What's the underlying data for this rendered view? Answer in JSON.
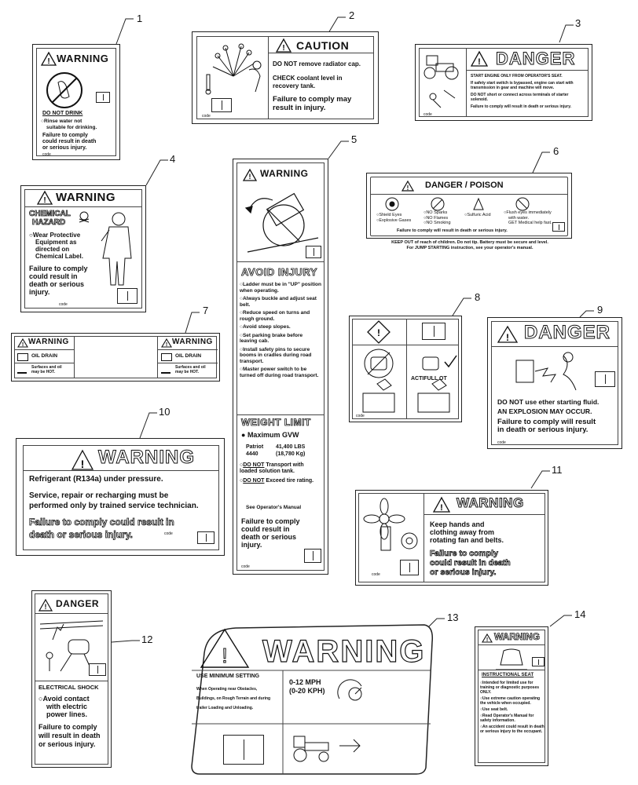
{
  "callouts": [
    "1",
    "2",
    "3",
    "4",
    "5",
    "6",
    "7",
    "8",
    "9",
    "10",
    "11",
    "12",
    "13",
    "14"
  ],
  "d1": {
    "header": "WARNING",
    "lines": [
      "DO NOT DRINK",
      "Rinse water not",
      "suitable for drinking.",
      "Failure to comply",
      "could result in death",
      "or serious injury."
    ],
    "code": "code"
  },
  "d2": {
    "header": "CAUTION",
    "line1": "DO NOT remove radiator cap.",
    "line2a": "CHECK coolant level in",
    "line2b": "recovery tank.",
    "line3a": "Failure to comply may",
    "line3b": "result in injury.",
    "code": "code"
  },
  "d3": {
    "header": "DANGER",
    "l1": "START ENGINE ONLY FROM OPERATOR'S SEAT.",
    "l2": "If safety start switch is bypassed, engine can start with transmission in gear and machine will move.",
    "l3": "DO NOT short or connect across terminals of starter solenoid.",
    "l4": "Failure to comply will result in death or serious injury.",
    "code": "code"
  },
  "d4": {
    "header": "WARNING",
    "sub1": "CHEMICAL",
    "sub2": "HAZARD",
    "l1": "Wear Protective",
    "l2": "Equipment as",
    "l3": "directed on",
    "l4": "Chemical Label.",
    "l5": "Failure to comply",
    "l6": "could result in",
    "l7": "death or serious",
    "l8": "injury.",
    "code": "code"
  },
  "d5": {
    "header": "WARNING",
    "sec1": "AVOID INJURY",
    "items": [
      "Ladder must be in \"UP\" position when operating.",
      "Always buckle and adjust seat belt.",
      "Reduce speed on turns and rough ground.",
      "Avoid steep slopes.",
      "Set parking brake before leaving cab.",
      "Install safety pins to secure booms in cradles during road transport.",
      "Master power switch to be turned off during road transport."
    ],
    "sec2": "WEIGHT LIMIT",
    "gvw": "Maximum GVW",
    "row1a": "Patriot",
    "row1b": "41,400 LBS",
    "row2a": "4440",
    "row2b": "(18,780 Kg)",
    "dnt1a": "DO NOT",
    "dnt1b": " Transport with loaded solution tank.",
    "dnt2a": "DO NOT",
    "dnt2b": " Exceed tire rating.",
    "see": "See Operator's Manual",
    "fail": [
      "Failure to comply",
      "could result in",
      "death or serious",
      "injury."
    ],
    "code": "code"
  },
  "d6": {
    "header": "DANGER / POISON",
    "c1": [
      "Shield Eyes",
      "Explosive Gases"
    ],
    "c2": [
      "NO Sparks",
      "NO Flames",
      "NO Smoking"
    ],
    "c3": [
      "Sulfuric Acid"
    ],
    "c4": [
      "Flush eyes immediately",
      "with water.",
      "GET Medical help fast."
    ],
    "fail": "Failure to comply will result in death or serious injury.",
    "below1": "KEEP OUT of reach of children. Do not tip. Battery must be secure and level.",
    "below2": "For JUMP STARTING instruction, see your operator's manual."
  },
  "d7": {
    "header": "WARNING",
    "oil": "OIL DRAIN",
    "note1": "Surfaces and oil",
    "note2": "may be HOT."
  },
  "d8": {
    "label": "ACTIFULL OT",
    "code": "code"
  },
  "d9": {
    "header": "DANGER",
    "l1": "DO NOT use ether starting fluid.",
    "l2": "AN EXPLOSION MAY OCCUR.",
    "l3": "Failure to comply will result",
    "l4": "in death or serious injury.",
    "code": "code"
  },
  "d10": {
    "header": "WARNING",
    "l1": "Refrigerant (R134a) under pressure.",
    "l2": "Service, repair or recharging must be",
    "l3": "performed only by trained service technician.",
    "l4": "Failure to comply could result in",
    "l5": "death or serious injury.",
    "code": "code"
  },
  "d11": {
    "header": "WARNING",
    "l1": "Keep hands and",
    "l2": "clothing away from",
    "l3": "rotating fan and belts.",
    "l4": "Failure to comply",
    "l5": "could result in death",
    "l6": "or serious injury.",
    "code": "code"
  },
  "d12": {
    "header": "DANGER",
    "sub": "ELECTRICAL SHOCK",
    "l1": "Avoid contact",
    "l2": "with electric",
    "l3": "power lines.",
    "l4": "Failure to comply",
    "l5": "will result in death",
    "l6": "or serious injury."
  },
  "d13": {
    "header": "WARNING",
    "title": "USE MINIMUM SETTING",
    "body1": "When Operating near Obstacles,",
    "body2": "Buildings, on Rough Terrain and during",
    "body3": "trailer Loading and Unloading.",
    "speed1": "0-12  MPH",
    "speed2": "(0-20  KPH)"
  },
  "d14": {
    "header": "WARNING",
    "sub": "INSTRUCTIONAL SEAT",
    "items": [
      "Intended for limited use for training or diagnostic purposes ONLY.",
      "Use extreme caution operating the vehicle when occupied.",
      "Use seat belt.",
      "Read Operator's Manual for safety information.",
      "An accident could result in death or serious injury to the occupant."
    ]
  }
}
